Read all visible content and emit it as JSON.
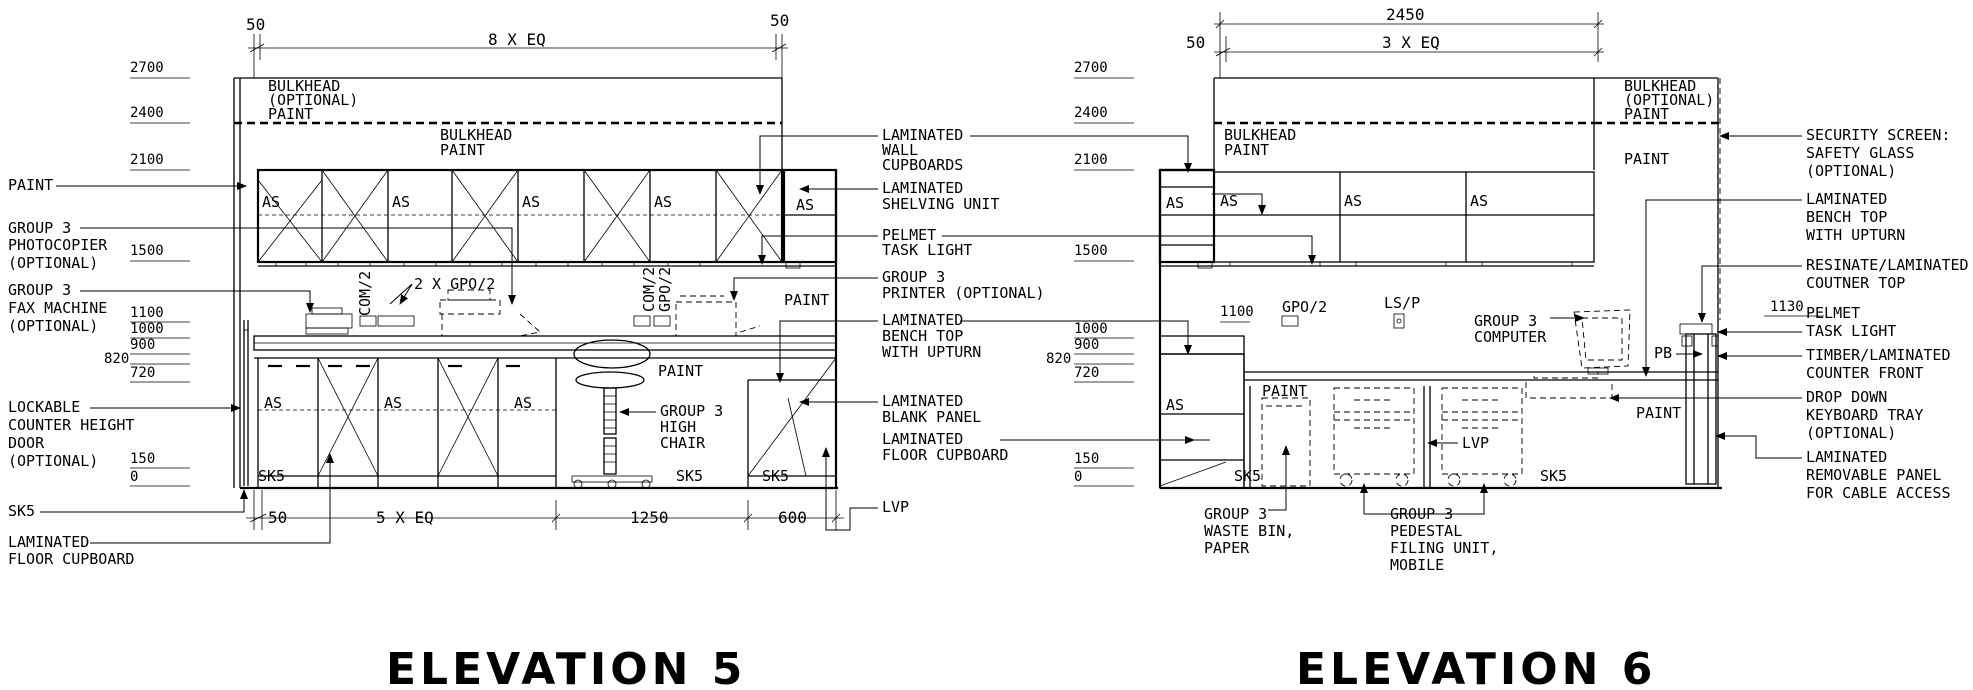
{
  "elevation5": {
    "title": "ELEVATION 5",
    "top_dims": {
      "left": "50",
      "middle": "8 X EQ",
      "right": "50"
    },
    "bottom_dims": {
      "left": "50",
      "cupboards": "5 X EQ",
      "chair_zone": "1250",
      "blank_panel": "600"
    },
    "levels": [
      "2700",
      "2400",
      "2100",
      "1500",
      "1100",
      "1000",
      "900",
      "820",
      "720",
      "150",
      "0"
    ],
    "left_labels": {
      "paint": "PAINT",
      "photocopier": [
        "GROUP 3",
        "PHOTOCOPIER",
        "(OPTIONAL)"
      ],
      "fax": [
        "GROUP 3",
        "FAX MACHINE",
        "(OPTIONAL)"
      ],
      "door": [
        "LOCKABLE",
        "COUNTER HEIGHT",
        "DOOR",
        "(OPTIONAL)"
      ],
      "sk5": "SK5",
      "floor_cupboard": [
        "LAMINATED",
        "FLOOR CUPBOARD"
      ]
    },
    "inner_labels": {
      "bulkhead_opt": [
        "BULKHEAD",
        "(OPTIONAL)",
        "PAINT"
      ],
      "bulkhead": [
        "BULKHEAD",
        "PAINT"
      ],
      "as": "AS",
      "com": "COM/2",
      "gpo": "2 X GPO/2",
      "paint_right": "PAINT",
      "paint_under": "PAINT",
      "chair": [
        "GROUP 3",
        "HIGH",
        "CHAIR"
      ],
      "sk5": "SK5"
    }
  },
  "middle_labels": {
    "wall_cupboards": [
      "LAMINATED",
      "WALL",
      "CUPBOARDS"
    ],
    "shelving": [
      "LAMINATED",
      "SHELVING UNIT"
    ],
    "pelmet": [
      "PELMET",
      "TASK LIGHT"
    ],
    "printer": [
      "GROUP 3",
      "PRINTER (OPTIONAL)"
    ],
    "bench": [
      "LAMINATED",
      "BENCH TOP",
      "WITH UPTURN"
    ],
    "blank_panel": [
      "LAMINATED",
      "BLANK PANEL"
    ],
    "floor_cupboard": [
      "LAMINATED",
      "FLOOR CUPBOARD"
    ],
    "lvp": "LVP"
  },
  "elevation6": {
    "title": "ELEVATION 6",
    "top_dims": {
      "overall": "2450",
      "left": "50",
      "middle": "3 X EQ"
    },
    "levels": [
      "2700",
      "2400",
      "2100",
      "1500",
      "1100",
      "1000",
      "900",
      "820",
      "720",
      "150",
      "0"
    ],
    "level_1130": "1130",
    "inner_labels": {
      "bulkhead": [
        "BULKHEAD",
        "PAINT"
      ],
      "bulkhead_opt": [
        "BULKHEAD",
        "(OPTIONAL)",
        "PAINT"
      ],
      "paint_right": "PAINT",
      "as": "AS",
      "gpo": "GPO/2",
      "lsp": "LS/P",
      "computer": [
        "GROUP 3",
        "COMPUTER"
      ],
      "pb": "PB",
      "paint_pedestal": "PAINT",
      "paint_low": "PAINT",
      "lvp": "LVP",
      "sk5": "SK5"
    },
    "bottom_labels": {
      "waste_bin": [
        "GROUP 3",
        "WASTE BIN,",
        "PAPER"
      ],
      "pedestal": [
        "GROUP 3",
        "PEDESTAL",
        "FILING UNIT,",
        "MOBILE"
      ]
    },
    "right_labels": {
      "security": [
        "SECURITY SCREEN:",
        "SAFETY GLASS",
        "(OPTIONAL)"
      ],
      "bench": [
        "LAMINATED",
        "BENCH TOP",
        "WITH UPTURN"
      ],
      "counter_top": [
        "RESINATE/LAMINATED",
        "COUTNER TOP"
      ],
      "pelmet": "PELMET",
      "task_light": "TASK LIGHT",
      "counter_front": [
        "TIMBER/LAMINATED",
        "COUNTER FRONT"
      ],
      "keyboard": [
        "DROP DOWN",
        "KEYBOARD TRAY",
        "(OPTIONAL)"
      ],
      "removable": [
        "LAMINATED",
        "REMOVABLE PANEL",
        "FOR CABLE ACCESS"
      ]
    }
  }
}
